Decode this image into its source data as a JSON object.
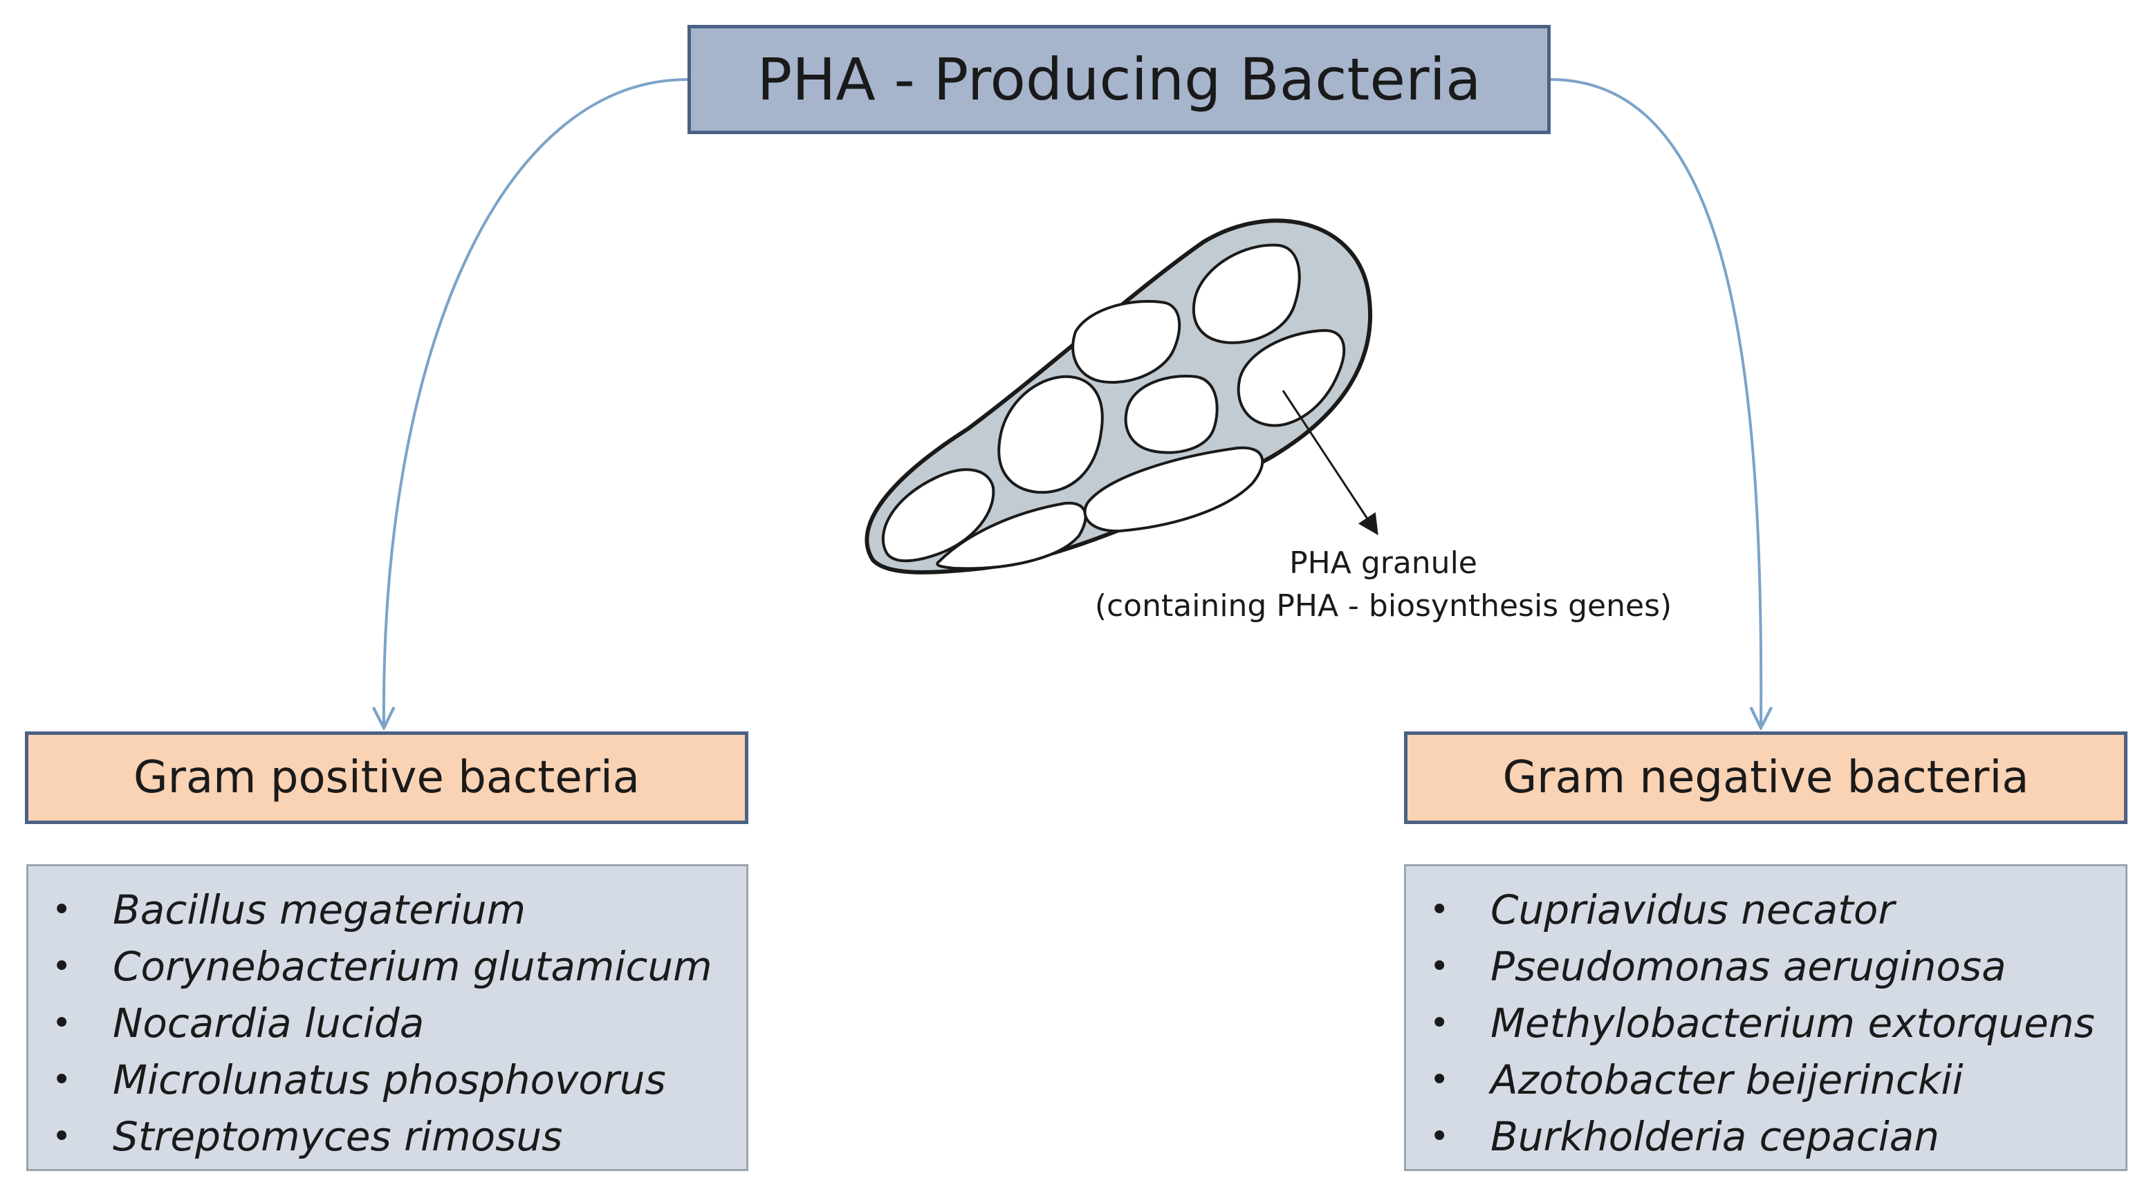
{
  "title": "PHA - Producing Bacteria",
  "granule_label": {
    "line1": "PHA granule",
    "line2": "(containing PHA - biosynthesis genes)"
  },
  "gram_positive": {
    "heading": "Gram positive bacteria",
    "species": [
      "Bacillus megaterium",
      "Corynebacterium glutamicum",
      "Nocardia lucida",
      "Microlunatus phosphovorus",
      "Streptomyces rimosus"
    ]
  },
  "gram_negative": {
    "heading": "Gram negative bacteria",
    "species": [
      "Cupriavidus necator",
      "Pseudomonas aeruginosa",
      "Methylobacterium extorquens",
      "Azotobacter beijerinckii",
      "Burkholderia cepacian"
    ]
  },
  "bullet_symbol": "•",
  "colors": {
    "title_fill": "#a6b5cc",
    "box_border": "#4a6283",
    "heading_fill": "#fad2b4",
    "list_fill": "#d5dbe5",
    "connector": "#7ba3c9",
    "cell_fill": "#c2cbd1",
    "granule_fill": "#ffffff"
  },
  "icons": {
    "cell": "bacterium-cell-illustration",
    "connector": "curved-arrow"
  }
}
